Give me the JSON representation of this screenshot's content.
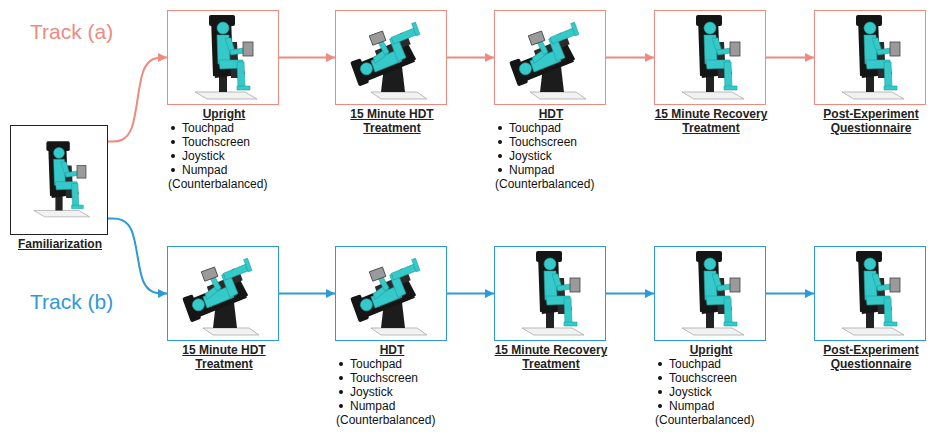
{
  "diagram": {
    "nodes": [
      {
        "text": [
          "Familiarization"
        ]
      },
      {
        "text": [
          "Upright",
          "Touchpad",
          "Touchscreen",
          "Joystick",
          "Numpad (Counterbalanced)"
        ]
      },
      {
        "text": [
          "15 Minute HDT Treatment"
        ]
      },
      {
        "text": [
          "HDT",
          "Touchpad",
          "Touchscreen",
          "Joystick",
          "Numpad (Counterbalanced)"
        ]
      },
      {
        "text": [
          "15 Minute Recovery Treatment"
        ]
      },
      {
        "text": [
          "Post-Experiment Questionnaire"
        ]
      },
      {
        "text": [
          "15 Minute HDT Treatment"
        ]
      },
      {
        "text": [
          "HDT",
          "Touchpad",
          "Touchscreen",
          "Joystick",
          "Numpad (Counterbalanced)"
        ]
      },
      {
        "text": [
          "15 Minute Recovery Treatment"
        ]
      },
      {
        "text": [
          "Upright",
          "Touchpad",
          "Touchscreen",
          "Joystick",
          "Numpad (Counterbalanced)"
        ]
      },
      {
        "text": [
          "Post-Experiment Questionnaire"
        ]
      }
    ],
    "edges": [
      {
        "from": 0,
        "to": 1,
        "arrow": "to"
      },
      {
        "from": 1,
        "to": 2,
        "arrow": "to"
      },
      {
        "from": 2,
        "to": 3,
        "arrow": "to"
      },
      {
        "from": 3,
        "to": 4,
        "arrow": "to"
      },
      {
        "from": 4,
        "to": 5,
        "arrow": "to"
      },
      {
        "from": 0,
        "to": 6,
        "arrow": "to"
      },
      {
        "from": 6,
        "to": 7,
        "arrow": "to"
      },
      {
        "from": 7,
        "to": 8,
        "arrow": "to"
      },
      {
        "from": 8,
        "to": 9,
        "arrow": "to"
      },
      {
        "from": 9,
        "to": 10,
        "arrow": "to"
      }
    ],
    "labels": [
      "Track (a)",
      "Track (b)"
    ]
  }
}
